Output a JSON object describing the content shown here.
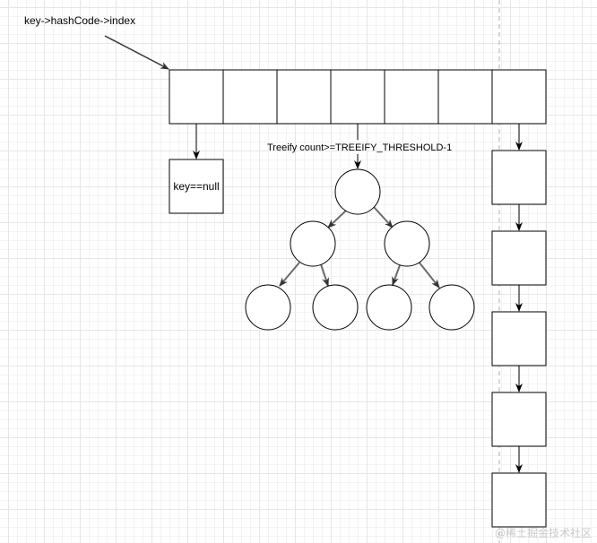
{
  "diagram": {
    "top_label": "key->hashCode->index",
    "treeify_label": "Treeify count>=TREEIFY_THRESHOLD-1",
    "null_key_label": "key==null",
    "watermark": "@稀土掘金技术社区",
    "bucket_count": 7,
    "tree_levels": [
      1,
      2,
      4
    ],
    "linked_list_node_count": 5,
    "colors": {
      "stroke": "#000000",
      "tree_edge": "#6b6b6b",
      "grid": "#e6e6e6",
      "dashed_divider": "#b0b0b0",
      "watermark": "#c9c9c9"
    }
  }
}
